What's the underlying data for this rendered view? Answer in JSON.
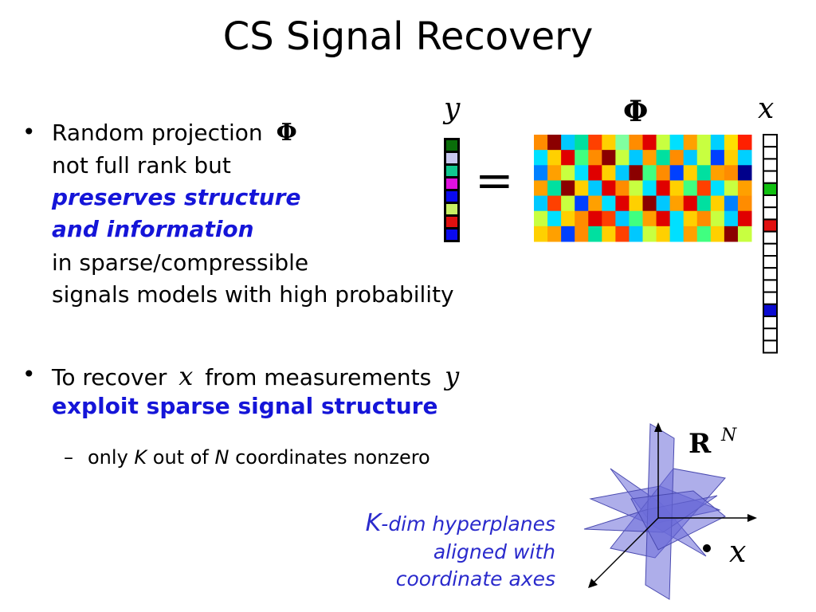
{
  "title": "CS Signal Recovery",
  "bullet1": {
    "line1": "Random projection",
    "phi": "Φ",
    "line2": "not full rank but",
    "em1": "preserves structure",
    "em2": "and information",
    "line5": "in sparse/compressible",
    "line6": "signals models with high probability"
  },
  "bullet2": {
    "pre": "To recover",
    "x": "x",
    "mid": "from measurements",
    "y": "y",
    "em": "exploit sparse signal structure"
  },
  "subbullet": {
    "a": "only",
    "K": "K",
    "b": "out of",
    "N": "N",
    "c": "coordinates nonzero"
  },
  "caption": {
    "K": "K",
    "l1": "-dim hyperplanes",
    "l2": "aligned with",
    "l3": "coordinate axes"
  },
  "equation": {
    "y_label": "y",
    "equals": "=",
    "phi_label": "Φ",
    "x_label": "x",
    "y_colors": [
      "#0a6e0a",
      "#c8c8f0",
      "#10c890",
      "#e010e0",
      "#0a0af0",
      "#c8f064",
      "#e01010",
      "#0a0af0"
    ],
    "x_colors": [
      "#ffffff",
      "#ffffff",
      "#ffffff",
      "#ffffff",
      "#10c010",
      "#ffffff",
      "#ffffff",
      "#e01010",
      "#ffffff",
      "#ffffff",
      "#ffffff",
      "#ffffff",
      "#ffffff",
      "#ffffff",
      "#0a0ad0",
      "#ffffff",
      "#ffffff",
      "#ffffff"
    ],
    "matrix_rows": [
      [
        "#ff8c00",
        "#8b0000",
        "#00c8ff",
        "#00e0a0",
        "#ff4000",
        "#ffd000",
        "#80ffa0",
        "#ff8c00",
        "#e00000",
        "#c8ff40",
        "#00e0ff",
        "#ffa000",
        "#c8ff40",
        "#00d0ff",
        "#ffe000",
        "#ff2000"
      ],
      [
        "#00e0ff",
        "#ffd000",
        "#e00000",
        "#40ff80",
        "#ff8c00",
        "#8b0000",
        "#c8ff40",
        "#00c8ff",
        "#ffa000",
        "#00e0a0",
        "#ff8c00",
        "#00c8ff",
        "#c8ff40",
        "#0040ff",
        "#ffd000",
        "#00d0ff"
      ],
      [
        "#0080ff",
        "#ffa000",
        "#c8ff40",
        "#00e0ff",
        "#e00000",
        "#ffd000",
        "#00c8ff",
        "#8b0000",
        "#40ff80",
        "#ff8c00",
        "#0040ff",
        "#ffd000",
        "#00e0a0",
        "#ffa000",
        "#ff8c00",
        "#00008b"
      ],
      [
        "#ffa000",
        "#00e0a0",
        "#8b0000",
        "#ffd000",
        "#00c8ff",
        "#e00000",
        "#ff8c00",
        "#c8ff40",
        "#00e0ff",
        "#e00000",
        "#ffd000",
        "#40ff80",
        "#ff4000",
        "#00e0ff",
        "#c8ff40",
        "#ffa000"
      ],
      [
        "#00c8ff",
        "#ff4000",
        "#c8ff40",
        "#0040ff",
        "#ffa000",
        "#00e0ff",
        "#e00000",
        "#ffd000",
        "#8b0000",
        "#00c8ff",
        "#ffa000",
        "#e00000",
        "#00e0a0",
        "#ffd000",
        "#0080ff",
        "#ff8c00"
      ],
      [
        "#c8ff40",
        "#00e0ff",
        "#ffd000",
        "#ff8c00",
        "#e00000",
        "#ff4000",
        "#00c8ff",
        "#40ff80",
        "#ffa000",
        "#e00000",
        "#00e0ff",
        "#ffd000",
        "#ff8c00",
        "#c8ff40",
        "#00d0ff",
        "#e00000"
      ],
      [
        "#ffd000",
        "#ffa000",
        "#0040ff",
        "#ff8c00",
        "#00e0a0",
        "#ffd000",
        "#ff4000",
        "#00c8ff",
        "#c8ff40",
        "#ffd000",
        "#00e0ff",
        "#ffa000",
        "#40ff80",
        "#ffd000",
        "#8b0000",
        "#c8ff40"
      ]
    ]
  },
  "figure": {
    "rn_label": "R",
    "rn_sup": "N",
    "point_label": "x",
    "plane_fill": "#6b6bd8",
    "plane_stroke": "#4a4ab0"
  }
}
